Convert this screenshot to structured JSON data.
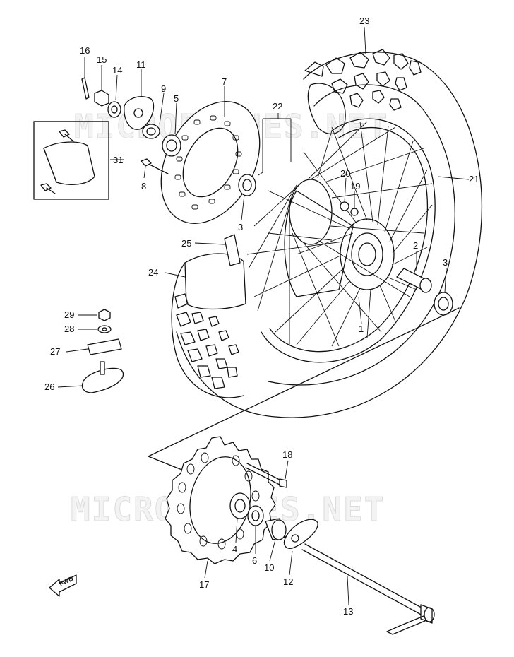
{
  "watermark": "MICROFICHES.NET",
  "forward_label": "FWD",
  "callouts": [
    {
      "id": "16",
      "text": "16"
    },
    {
      "id": "15",
      "text": "15"
    },
    {
      "id": "14",
      "text": "14"
    },
    {
      "id": "11",
      "text": "11"
    },
    {
      "id": "9",
      "text": "9"
    },
    {
      "id": "5",
      "text": "5"
    },
    {
      "id": "7",
      "text": "7"
    },
    {
      "id": "22",
      "text": "22"
    },
    {
      "id": "23",
      "text": "23"
    },
    {
      "id": "31",
      "text": "31"
    },
    {
      "id": "8",
      "text": "8"
    },
    {
      "id": "3a",
      "text": "3"
    },
    {
      "id": "20",
      "text": "20"
    },
    {
      "id": "19",
      "text": "19"
    },
    {
      "id": "21",
      "text": "21"
    },
    {
      "id": "25",
      "text": "25"
    },
    {
      "id": "24",
      "text": "24"
    },
    {
      "id": "2",
      "text": "2"
    },
    {
      "id": "3b",
      "text": "3"
    },
    {
      "id": "1",
      "text": "1"
    },
    {
      "id": "29",
      "text": "29"
    },
    {
      "id": "28",
      "text": "28"
    },
    {
      "id": "27",
      "text": "27"
    },
    {
      "id": "26",
      "text": "26"
    },
    {
      "id": "18",
      "text": "18"
    },
    {
      "id": "4",
      "text": "4"
    },
    {
      "id": "6",
      "text": "6"
    },
    {
      "id": "10",
      "text": "10"
    },
    {
      "id": "12",
      "text": "12"
    },
    {
      "id": "17",
      "text": "17"
    },
    {
      "id": "13",
      "text": "13"
    }
  ]
}
